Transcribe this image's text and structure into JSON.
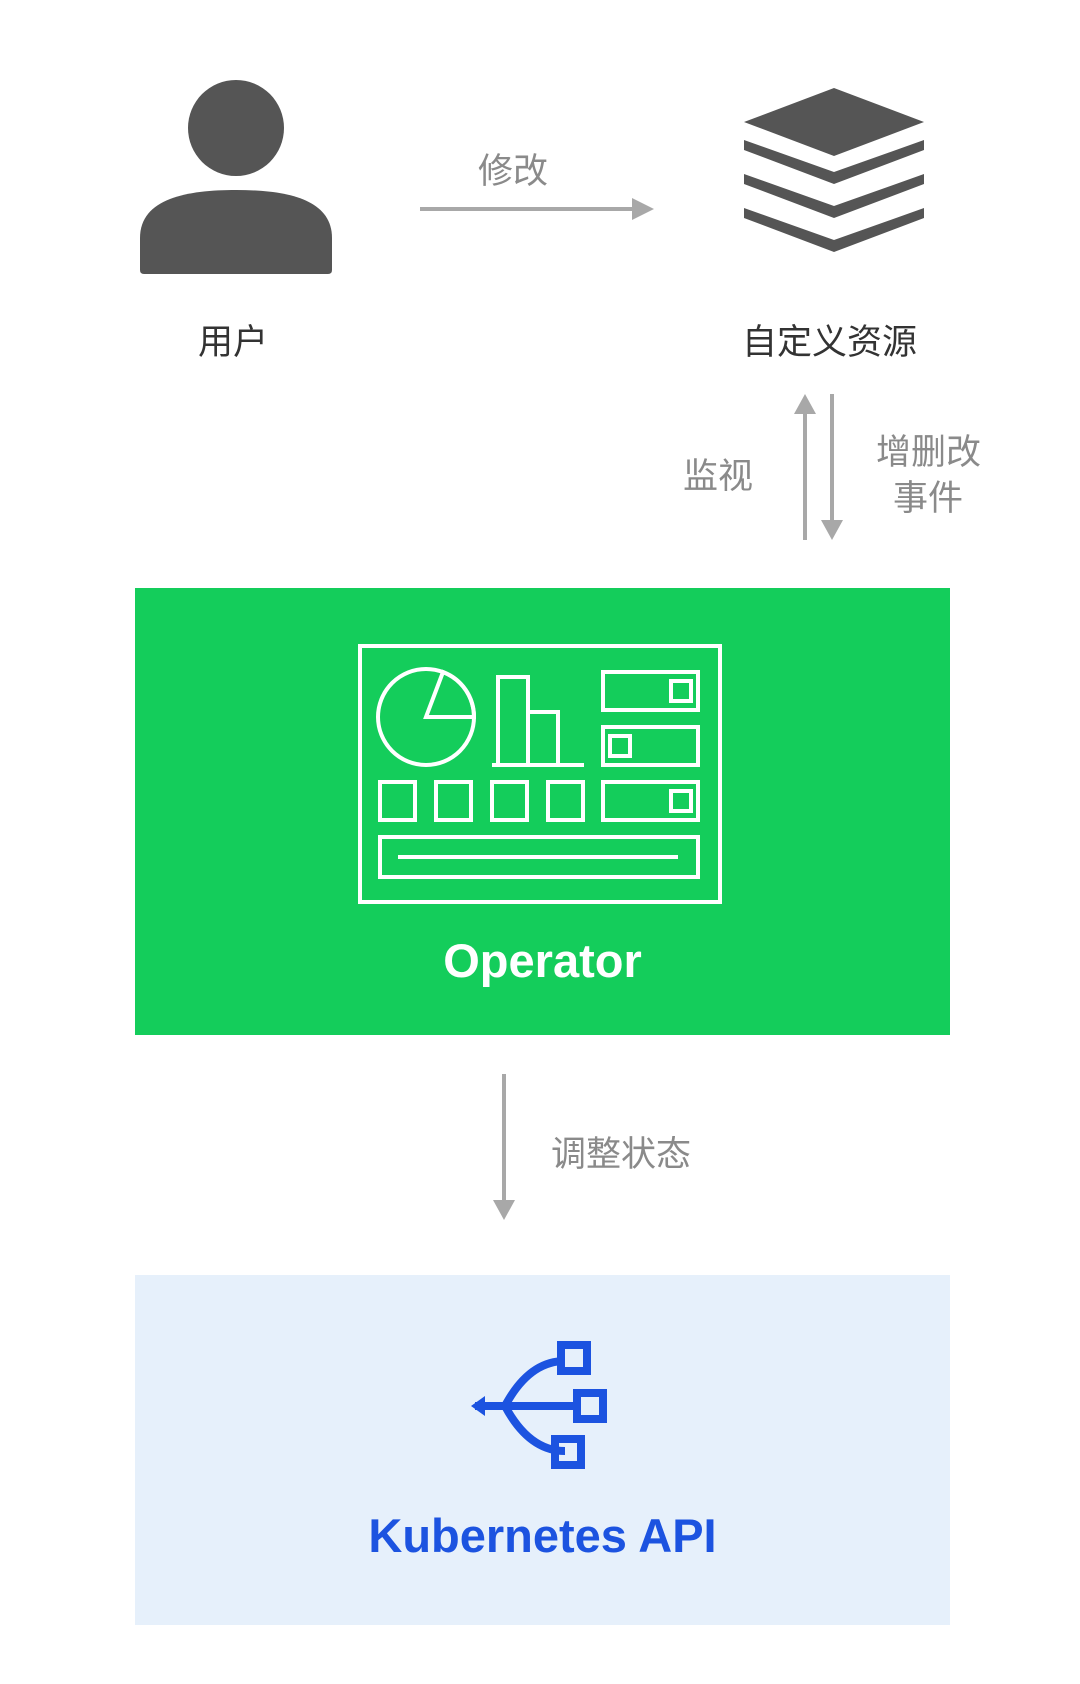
{
  "user": {
    "label": "用户",
    "icon": "user-icon"
  },
  "modify_arrow": {
    "label": "修改"
  },
  "custom_resource": {
    "label": "自定义资源",
    "icon": "layers-icon"
  },
  "watch_arrow": {
    "label": "监视"
  },
  "crud_events_arrow": {
    "line1": "增删改",
    "line2": "事件"
  },
  "operator": {
    "title": "Operator",
    "icon": "dashboard-icon",
    "color": "#14cd5b"
  },
  "reconcile_arrow": {
    "label": "调整状态"
  },
  "kubernetes_api": {
    "title": "Kubernetes API",
    "icon": "api-tree-icon",
    "color": "#1c53e0",
    "background": "#e6f0fb"
  }
}
